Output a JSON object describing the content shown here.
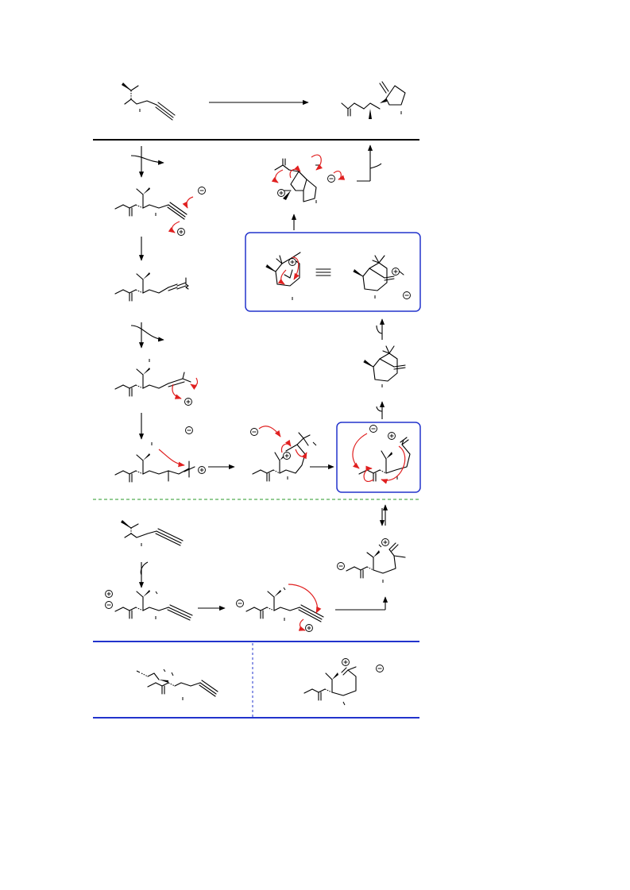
{
  "scheme": {
    "charge_symbols": {
      "positive": "+",
      "negative": "−"
    },
    "colors": {
      "bonds": "#000000",
      "electron_pushing_arrows": "#e02020",
      "highlight_boxes": "#2233cc",
      "dashed_divider": "#2a9a2a"
    },
    "panels": [
      "overall-transformation",
      "stepwise-mechanism",
      "alternative-pathway",
      "comparison-structures"
    ]
  }
}
